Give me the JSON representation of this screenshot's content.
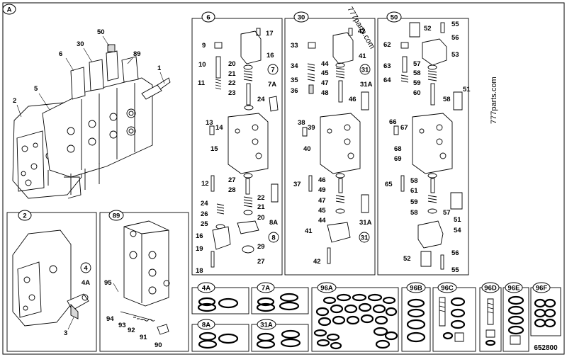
{
  "figure": {
    "main_label": "A",
    "number": "652800",
    "watermarks": [
      "777parts.com",
      "777parts.com"
    ]
  },
  "main_callouts": [
    "50",
    "30",
    "89",
    "6",
    "1",
    "5",
    "2"
  ],
  "panels": {
    "p2": {
      "header": "2",
      "callouts": [
        "4",
        "4A",
        "3"
      ]
    },
    "p89": {
      "header": "89",
      "callouts": [
        "95",
        "94",
        "93",
        "92",
        "91",
        "90"
      ]
    },
    "p6": {
      "header": "6",
      "callouts": [
        "17",
        "9",
        "16",
        "10",
        "20",
        "7",
        "21",
        "7A",
        "11",
        "22",
        "23",
        "24",
        "13",
        "14",
        "15",
        "12",
        "27",
        "28",
        "24",
        "26",
        "25",
        "22",
        "21",
        "20",
        "8A",
        "8",
        "16",
        "19",
        "29",
        "27",
        "18"
      ]
    },
    "p30": {
      "header": "30",
      "callouts": [
        "42",
        "33",
        "41",
        "44",
        "34",
        "45",
        "31",
        "35",
        "47",
        "31A",
        "36",
        "48",
        "46",
        "38",
        "39",
        "40",
        "37",
        "46",
        "49",
        "47",
        "45",
        "44",
        "31A",
        "41",
        "31",
        "42"
      ]
    },
    "p50": {
      "header": "50",
      "callouts": [
        "55",
        "52",
        "56",
        "62",
        "53",
        "63",
        "57",
        "58",
        "64",
        "59",
        "60",
        "51",
        "58",
        "66",
        "67",
        "68",
        "69",
        "58",
        "65",
        "61",
        "59",
        "58",
        "57",
        "51",
        "54",
        "56",
        "52",
        "55"
      ]
    }
  },
  "kits": {
    "k4A": "4A",
    "k7A": "7A",
    "k96A": "96A",
    "k96B": "96B",
    "k96C": "96C",
    "k96D": "96D",
    "k96E": "96E",
    "k96F": "96F",
    "k8A": "8A",
    "k31A": "31A"
  }
}
